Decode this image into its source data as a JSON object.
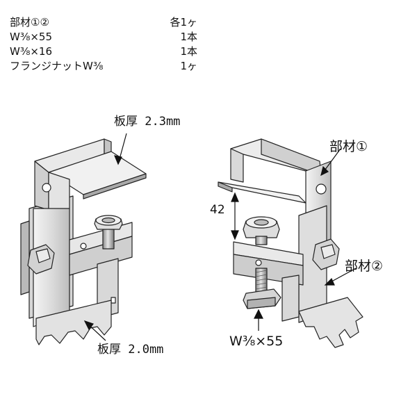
{
  "parts_list": [
    {
      "name": "部材①②",
      "qty": "各1ヶ"
    },
    {
      "name": "W³⁄₈×55",
      "qty": "1本"
    },
    {
      "name": "W³⁄₈×16",
      "qty": "1本"
    },
    {
      "name": "フランジナットW³⁄₈",
      "qty": "1ヶ"
    }
  ],
  "callouts": {
    "thickness_top": "板厚 2.3mm",
    "thickness_bottom": "板厚 2.0mm",
    "part1": "部材①",
    "part2": "部材②",
    "bolt": "W³⁄₈×55",
    "gap": "42"
  },
  "colors": {
    "metal_light": "#e8e8e8",
    "metal_mid": "#c9c9c9",
    "metal_dark": "#9a9a9a",
    "outline": "#222222"
  }
}
